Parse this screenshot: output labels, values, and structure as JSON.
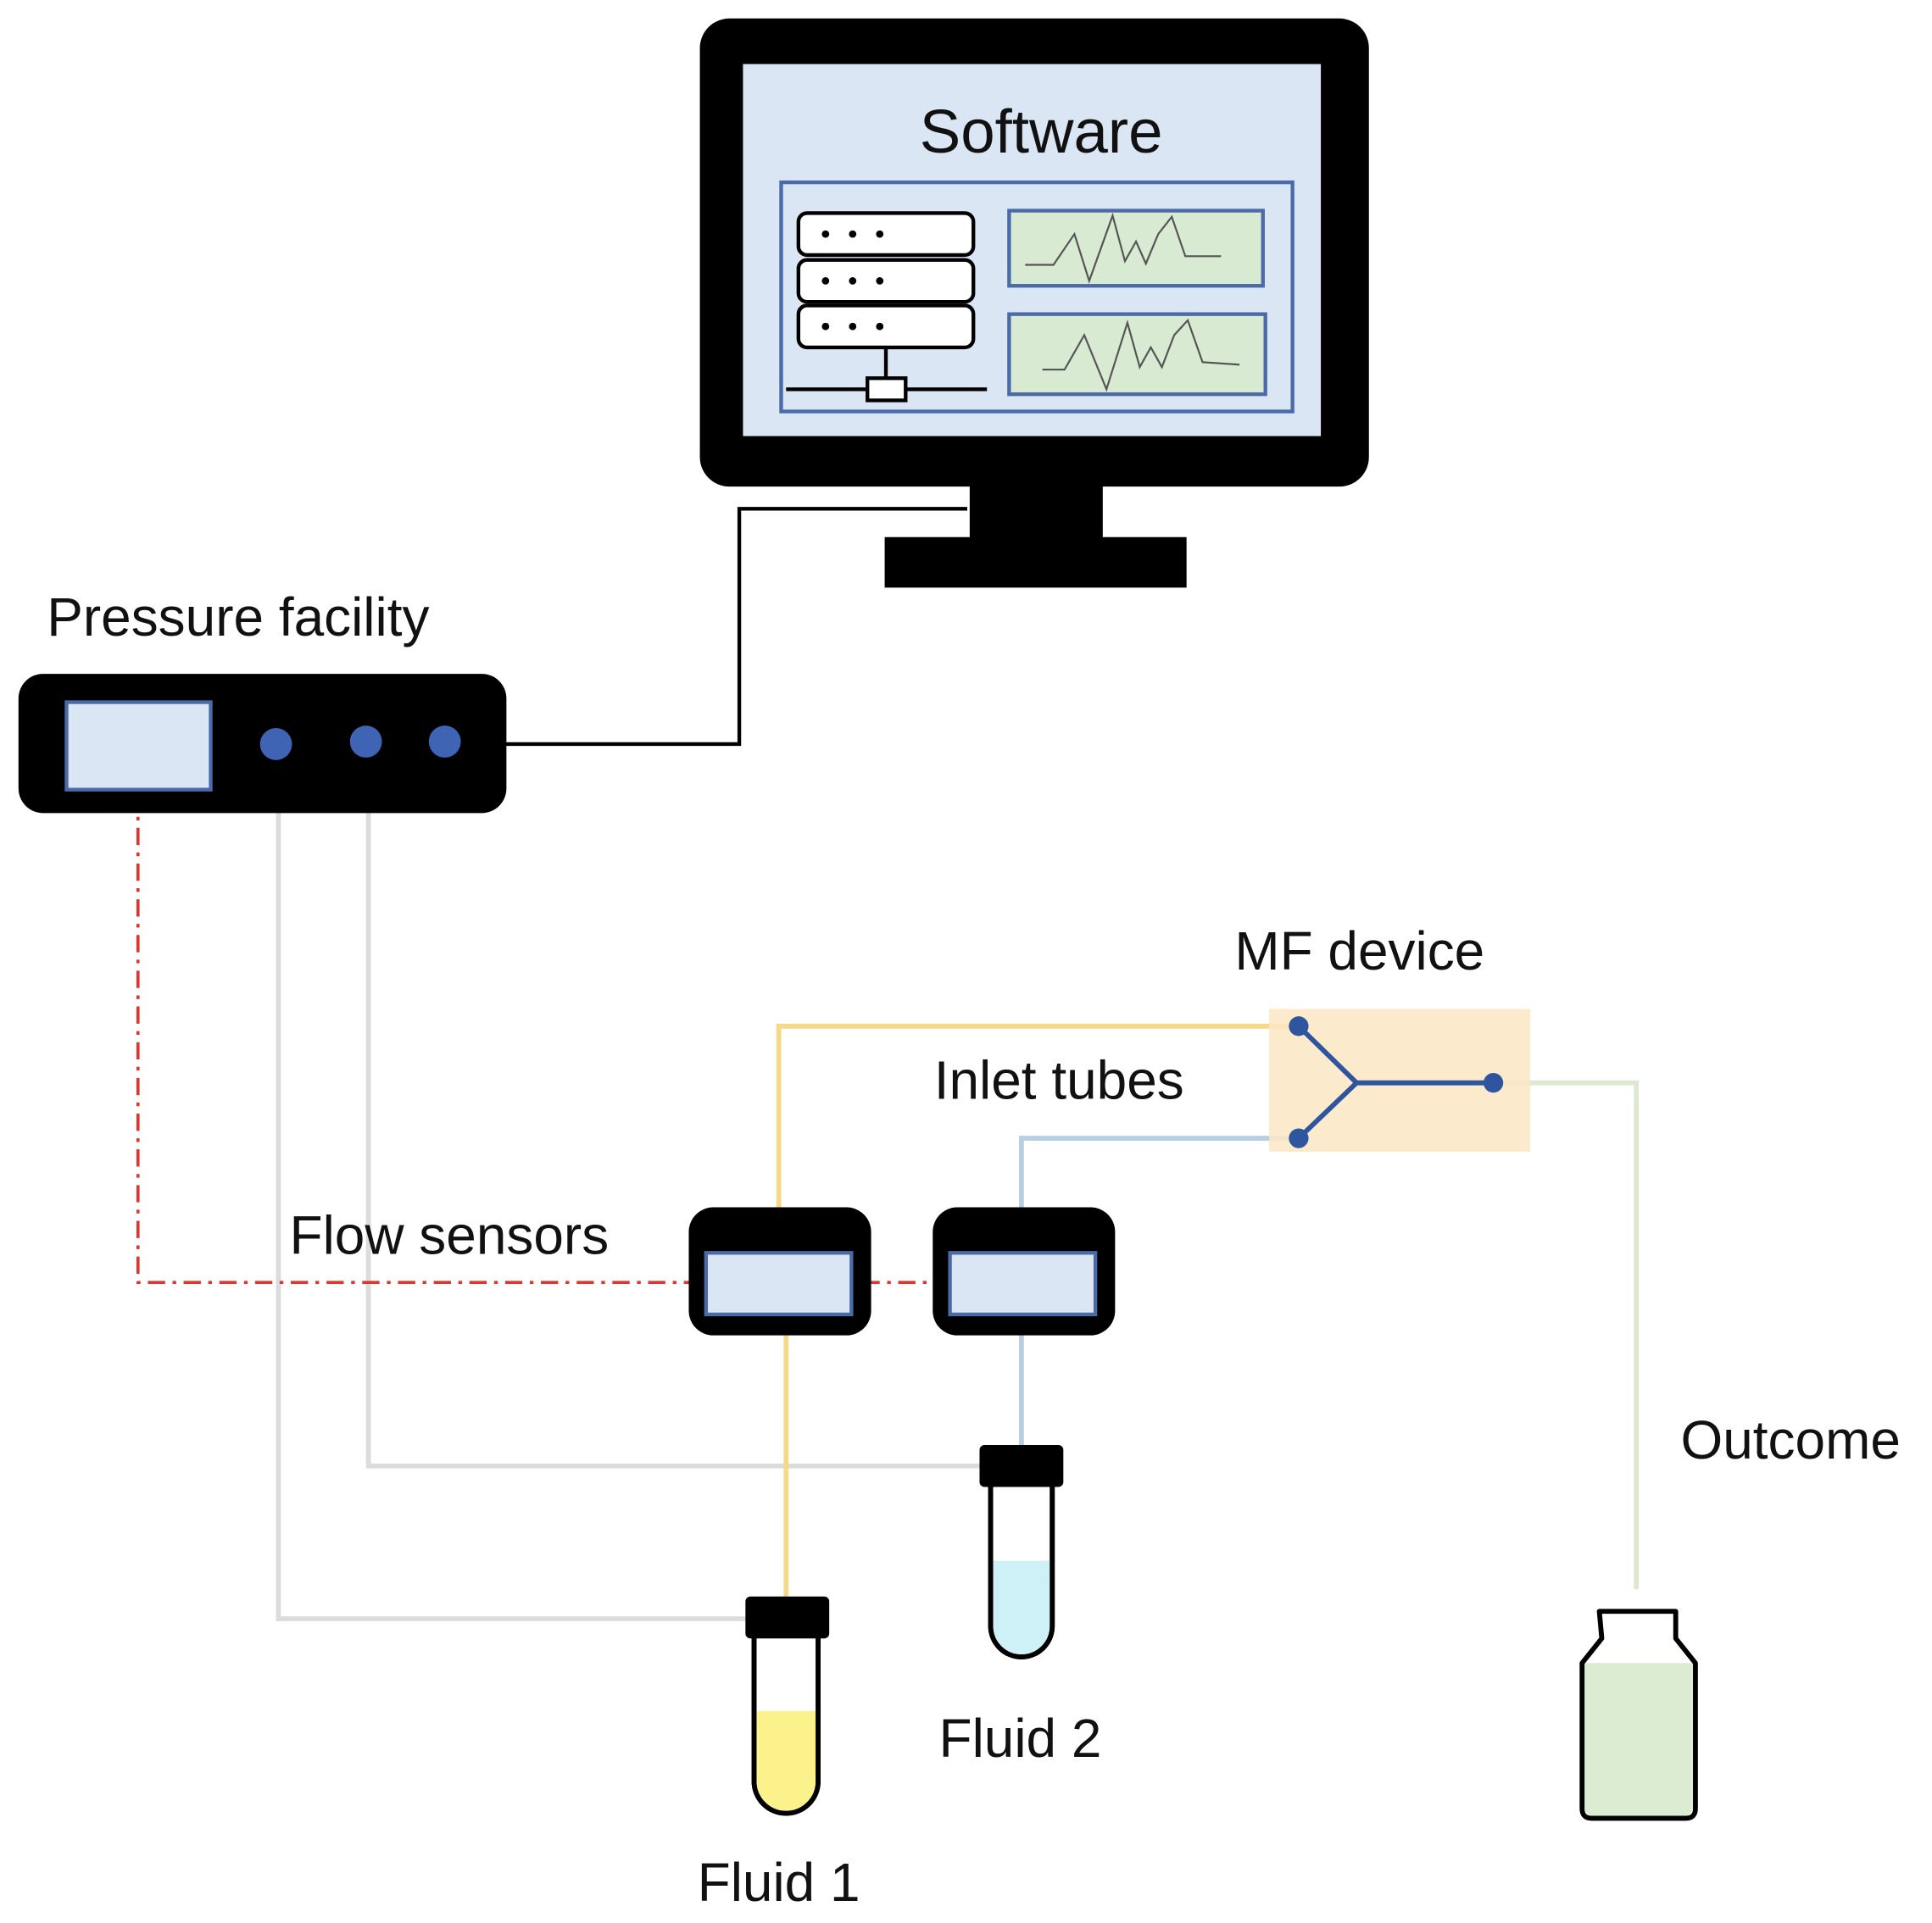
{
  "labels": {
    "software": "Software",
    "pressure_facility": "Pressure facility",
    "mf_device": "MF device",
    "inlet_tubes": "Inlet tubes",
    "flow_sensors": "Flow sensors",
    "outcome": "Outcome",
    "fluid_1": "Fluid 1",
    "fluid_2": "Fluid 2"
  },
  "colors": {
    "device_black": "#000000",
    "screen_fill": "#dbe6f4",
    "screen_border": "#4a6aa8",
    "graph_fill": "#d9ead3",
    "port_blue": "#3f64b4",
    "pressure_line_grey": "#dcdcdc",
    "fluid_1_tube": "#f5d98a",
    "fluid_2_tube": "#b8cfe3",
    "outlet_tube": "#dde8d3",
    "signal_line_red": "#e0342c",
    "mf_chip_fill": "#fbe6c4",
    "mf_channel": "#2e559e",
    "fluid_1_liquid": "#fbf28b",
    "fluid_2_liquid": "#cdf1f6",
    "outcome_liquid": "#dcecd3"
  },
  "icons": {
    "monitor": "monitor-icon",
    "server": "server-icon",
    "pressure_controller": "pressure-controller-icon",
    "flow_sensor": "flow-sensor-icon",
    "test_tube": "test-tube-icon",
    "bottle": "bottle-icon",
    "microfluidic_chip": "microfluidic-chip-icon"
  }
}
